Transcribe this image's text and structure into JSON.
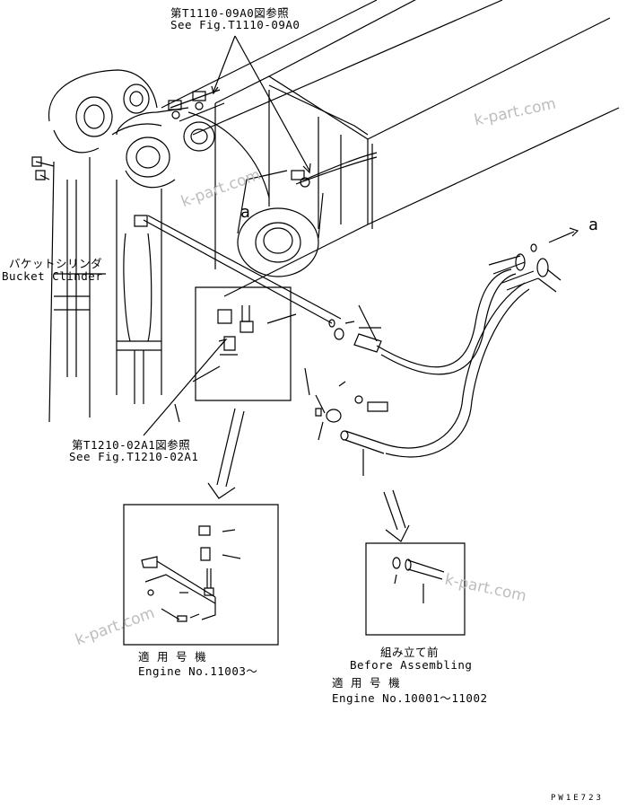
{
  "callouts": {
    "top_ref_jp": "第T1110-09A0図参照",
    "top_ref_en": "See Fig.T1110-09A0",
    "mid_ref_jp": "第T1210-02A1図参照",
    "mid_ref_en": "See Fig.T1210-02A1"
  },
  "labels": {
    "bucket_cylinder_jp": "バケットシリンダ",
    "bucket_cylinder_en": "Bucket Clinder",
    "marker_a": "a",
    "marker_a_arrow": "a"
  },
  "detail_left": {
    "applicable_jp": "適 用 号 機",
    "engine_no": "Engine No.11003～"
  },
  "detail_right": {
    "before_jp": "組み立て前",
    "before_en": "Before Assembling",
    "applicable_jp": "適 用 号 機",
    "engine_no": "Engine No.10001～11002"
  },
  "watermark": "k-part.com",
  "drawing_code": "PW1E723"
}
